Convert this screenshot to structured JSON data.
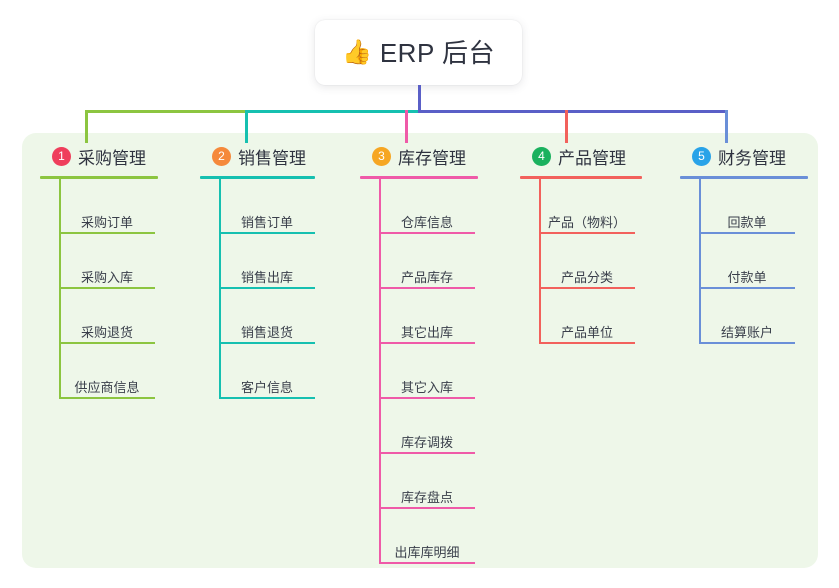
{
  "root": {
    "emoji": "👍",
    "emoji_name": "thumbs-up-icon",
    "label": "ERP 后台"
  },
  "theme": {
    "panel_bg": "#eef7e9",
    "card_bg": "#ffffff",
    "text": "#2f3340",
    "leaf_text": "#3a3f4b",
    "trunk": "#5a5fc7"
  },
  "bus": {
    "segments": [
      {
        "name": "bus-green",
        "color": "#8cc540"
      },
      {
        "name": "bus-teal",
        "color": "#16c0b0"
      },
      {
        "name": "bus-indigo",
        "color": "#5a5fc7"
      }
    ]
  },
  "columns": [
    {
      "number": "1",
      "title": "采购管理",
      "badge_color": "#ef3e5c",
      "rule_color": "#8cc540",
      "line_color": "#8cc540",
      "leaves": [
        "采购订单",
        "采购入库",
        "采购退货",
        "供应商信息"
      ]
    },
    {
      "number": "2",
      "title": "销售管理",
      "badge_color": "#f5893b",
      "rule_color": "#16c0b0",
      "line_color": "#16c0b0",
      "leaves": [
        "销售订单",
        "销售出库",
        "销售退货",
        "客户信息"
      ]
    },
    {
      "number": "3",
      "title": "库存管理",
      "badge_color": "#f6a623",
      "rule_color": "#ef5aa8",
      "line_color": "#ef5aa8",
      "leaves": [
        "仓库信息",
        "产品库存",
        "其它出库",
        "其它入库",
        "库存调拨",
        "库存盘点",
        "出库库明细"
      ]
    },
    {
      "number": "4",
      "title": "产品管理",
      "badge_color": "#1ab15e",
      "rule_color": "#f2615c",
      "line_color": "#f2615c",
      "leaves": [
        "产品（物料）",
        "产品分类",
        "产品单位"
      ]
    },
    {
      "number": "5",
      "title": "财务管理",
      "badge_color": "#29a3e8",
      "rule_color": "#6a8fd8",
      "line_color": "#6a8fd8",
      "leaves": [
        "回款单",
        "付款单",
        "结算账户"
      ]
    }
  ]
}
